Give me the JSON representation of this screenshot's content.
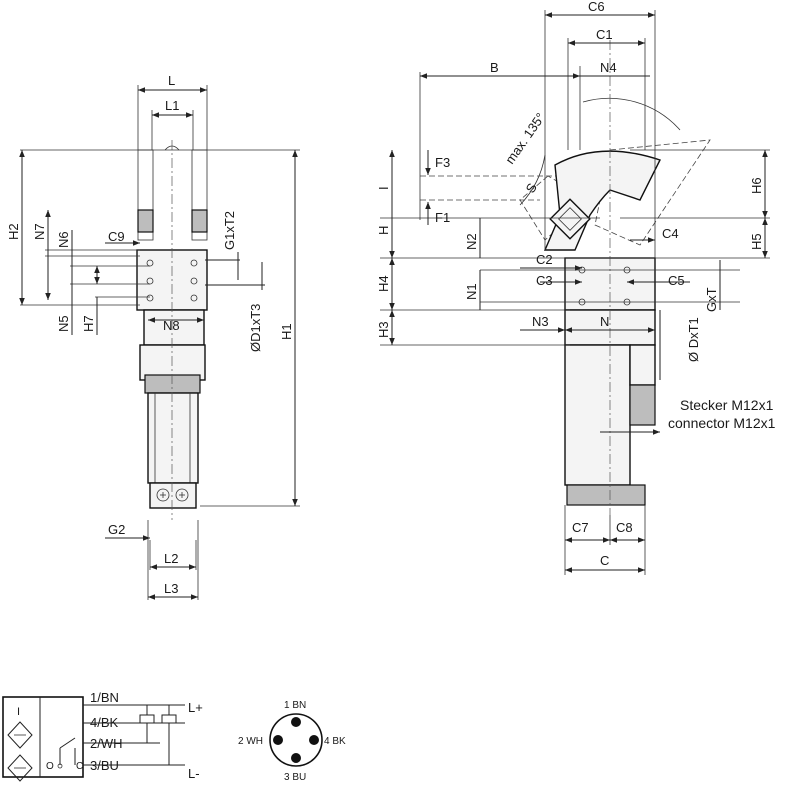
{
  "left_view": {
    "dims": {
      "L": "L",
      "L1": "L1",
      "H2": "H2",
      "N7": "N7",
      "N6": "N6",
      "C9": "C9",
      "G1xT2": "G1xT2",
      "N5": "N5",
      "H7": "H7",
      "N8": "N8",
      "D1xT3": "ØD1xT3",
      "H1": "H1",
      "G2": "G2",
      "L2": "L2",
      "L3": "L3"
    }
  },
  "right_view": {
    "dims": {
      "C6": "C6",
      "C1": "C1",
      "B": "B",
      "N4": "N4",
      "angle": "max. 135°",
      "F3": "F3",
      "F1": "F1",
      "I": "I",
      "S": "S",
      "H": "H",
      "H6": "H6",
      "N2": "N2",
      "C4": "C4",
      "H5": "H5",
      "C2": "C2",
      "H4": "H4",
      "C3": "C3",
      "C5": "C5",
      "N1": "N1",
      "GxT": "GxT",
      "H3": "H3",
      "N3": "N3",
      "N": "N",
      "DxT1": "Ø DxT1",
      "C7": "C7",
      "C8": "C8",
      "C": "C"
    },
    "connector_de": "Stecker M12x1",
    "connector_en": "connector M12x1"
  },
  "wiring": {
    "wires": [
      "1/BN",
      "4/BK",
      "2/WH",
      "3/BU"
    ],
    "supply_plus": "L+",
    "supply_minus": "L-",
    "contact_o": "O",
    "contact_c": "C",
    "marker_i": "I"
  },
  "pinout": {
    "pin1": "1 BN",
    "pin2": "2 WH",
    "pin3": "3 BU",
    "pin4": "4 BK"
  }
}
